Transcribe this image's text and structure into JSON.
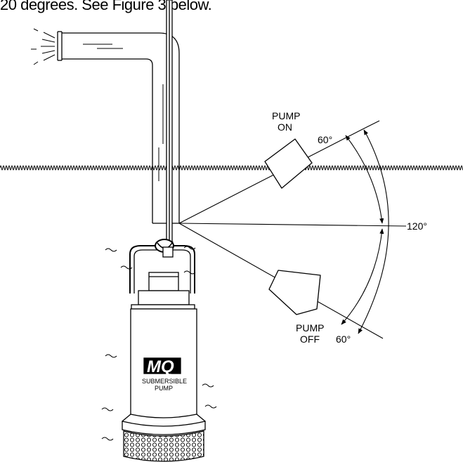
{
  "header": {
    "text": "20 degrees. See Figure 3 below."
  },
  "labels": {
    "pump_on_line1": "PUMP",
    "pump_on_line2": "ON",
    "pump_off_line1": "PUMP",
    "pump_off_line2": "OFF",
    "angle_upper": "60°",
    "angle_lower": "60°",
    "angle_total": "120°"
  },
  "pump": {
    "logo": "MQ",
    "caption_line1": "SUBMERSIBLE",
    "caption_line2": "PUMP"
  }
}
